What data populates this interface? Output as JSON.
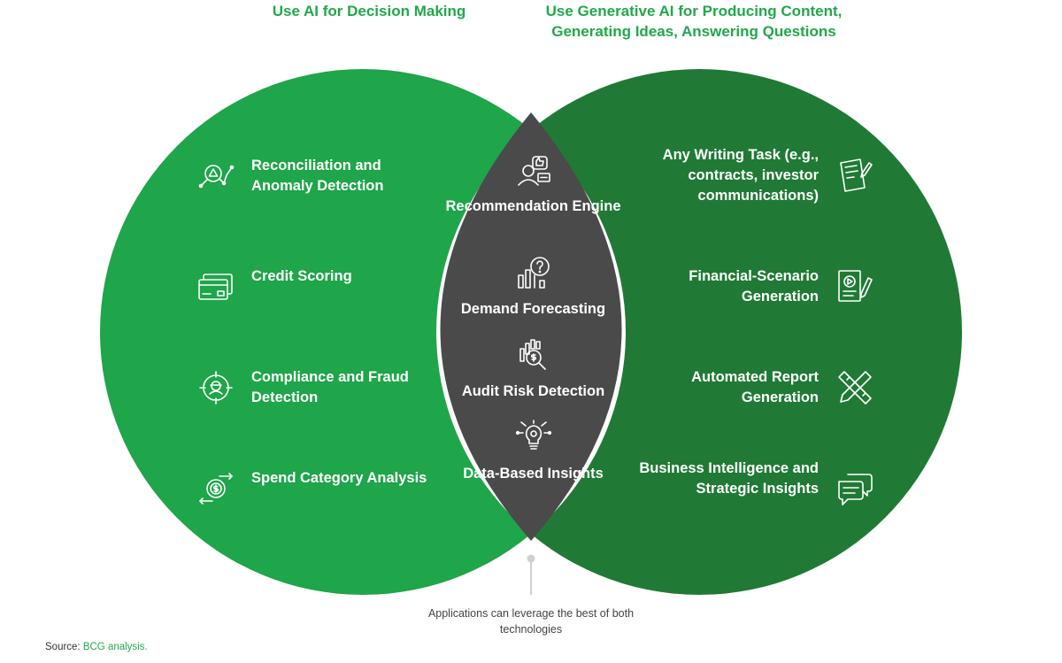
{
  "titles": {
    "left": "Use AI for Decision Making",
    "right": "Use Generative AI for Producing Content, Generating Ideas, Answering Questions"
  },
  "left_items": [
    {
      "label": "Reconciliation and Anomaly Detection",
      "icon": "magnifier-alert-icon"
    },
    {
      "label": "Credit Scoring",
      "icon": "credit-cards-icon"
    },
    {
      "label": "Compliance and Fraud Detection",
      "icon": "fraud-target-icon"
    },
    {
      "label": "Spend Category Analysis",
      "icon": "dollar-gear-arrows-icon"
    }
  ],
  "middle_items": [
    {
      "label": "Recommendation Engine",
      "icon": "user-thumbs-up-icon"
    },
    {
      "label": "Demand Forecasting",
      "icon": "question-chart-icon"
    },
    {
      "label": "Audit Risk Detection",
      "icon": "chart-dollar-magnifier-icon"
    },
    {
      "label": "Data-Based Insights",
      "icon": "circuit-lightbulb-icon"
    }
  ],
  "right_items": [
    {
      "label": "Any Writing Task (e.g., contracts, investor communications)",
      "icon": "document-pen-icon"
    },
    {
      "label": "Financial-Scenario Generation",
      "icon": "document-play-pen-icon"
    },
    {
      "label": "Automated Report Generation",
      "icon": "pencil-ruler-icon"
    },
    {
      "label": "Business Intelligence and Strategic Insights",
      "icon": "chat-bubbles-icon"
    }
  ],
  "note": "Applications can leverage the best of both technologies",
  "source": {
    "prefix": "Source: ",
    "value": "BCG analysis."
  },
  "colors": {
    "left_circle": "#1fa54a",
    "right_circle": "#207a35",
    "overlap": "#4a4a4a",
    "title_text": "#21a84a"
  }
}
